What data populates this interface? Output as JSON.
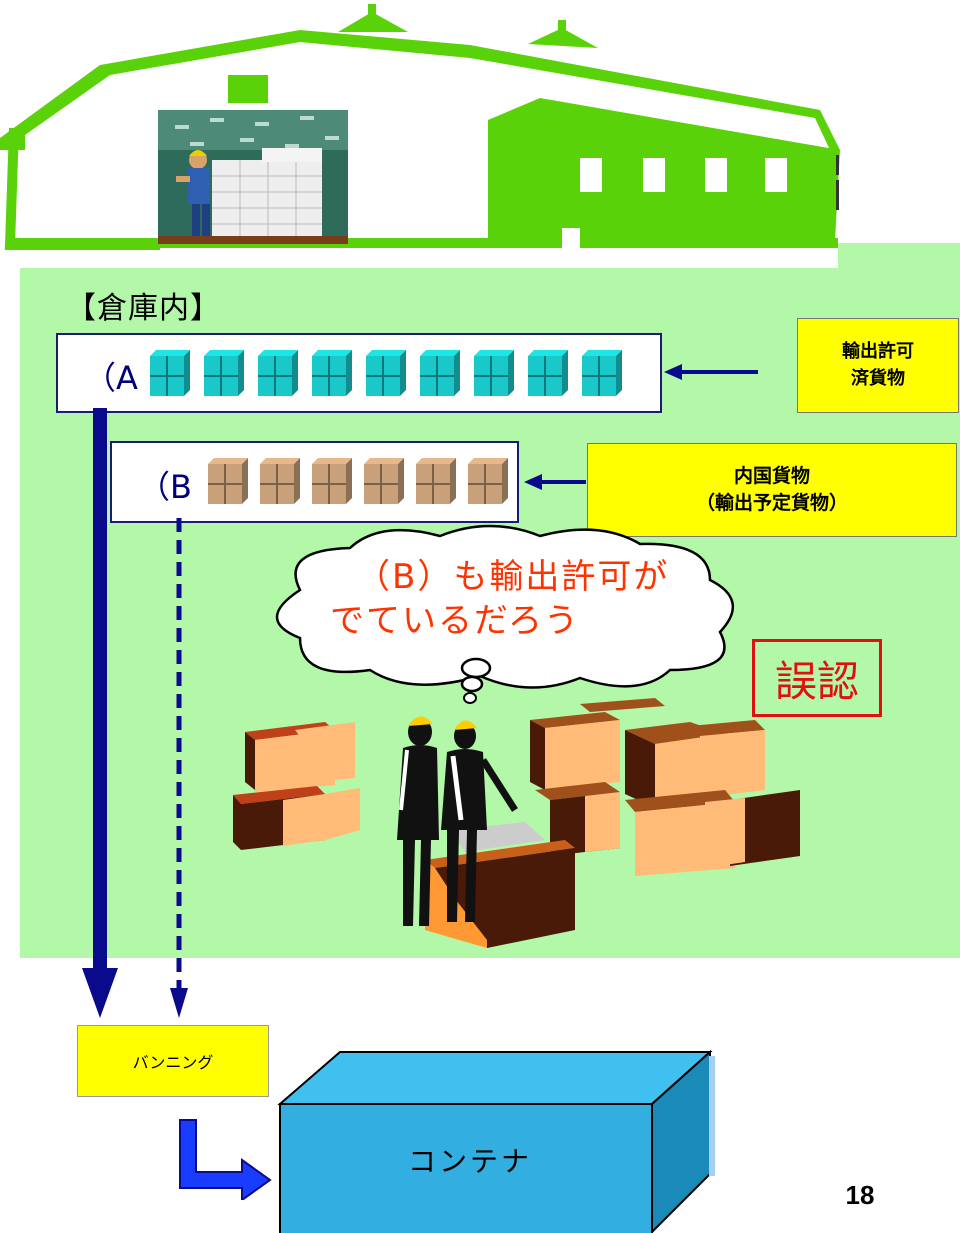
{
  "warehouse": {
    "title": "【倉庫内】",
    "building_color": "#5ad20a",
    "interior_color": "#b3f7a8"
  },
  "rows": {
    "a": {
      "label": "（A",
      "box_count": 9,
      "box_color": "#19c8c8"
    },
    "b": {
      "label": "（B",
      "box_count": 6,
      "box_color": "#c8a07a"
    }
  },
  "labels": {
    "export_permitted": [
      "輸出許可",
      "済貨物"
    ],
    "domestic_cargo": [
      "内国貨物",
      "（輸出予定貨物）"
    ],
    "vanning": "バンニング",
    "container": "コンテナ"
  },
  "thought": {
    "line1": "（B）も輸出許可が",
    "line2": "でているだろう"
  },
  "misrecognition": "誤認",
  "page_number": "18",
  "colors": {
    "arrow_navy": "#0a0a8c",
    "arrow_blue": "#1a3cff",
    "container_face": "#33aee0",
    "container_top": "#40c0ee",
    "yellow": "#ffff00",
    "alert_red": "#e01010"
  }
}
